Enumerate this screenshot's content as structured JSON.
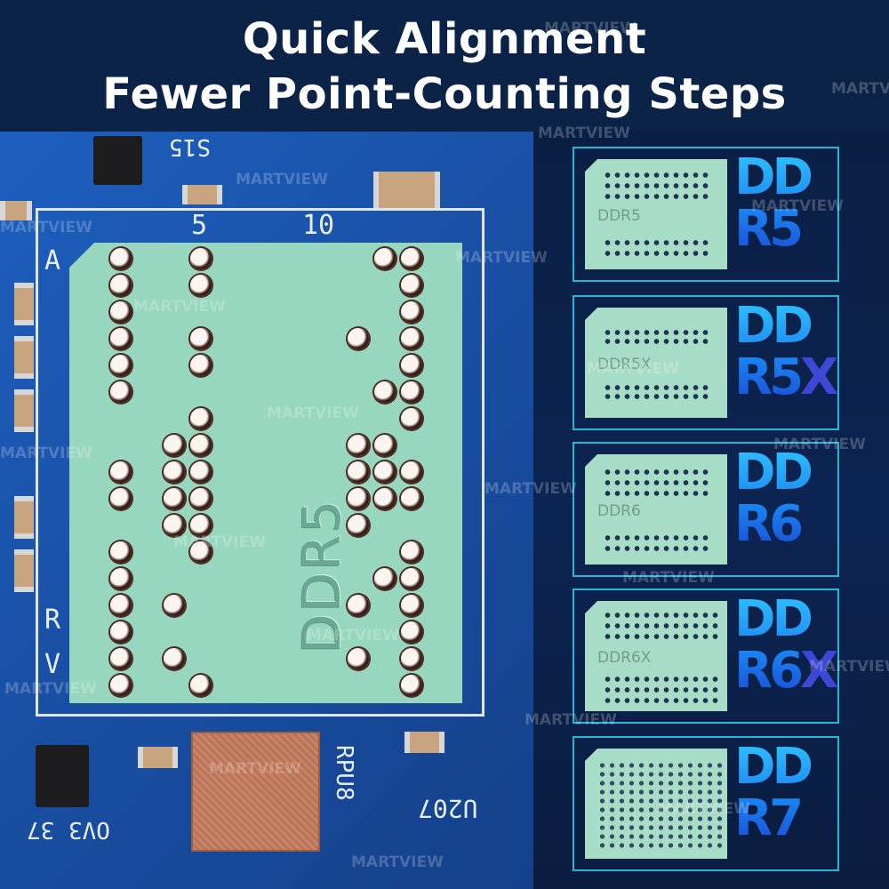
{
  "header": {
    "line1": "Quick Alignment",
    "line2": "Fewer Point-Counting Steps"
  },
  "board": {
    "silk_s15": "S15",
    "silk_5": "5",
    "silk_10": "10",
    "silk_a": "A",
    "silk_r": "R",
    "silk_v": "V",
    "silk_rpu8": "RPU8",
    "silk_u207": "U207",
    "silk_ov3": "OV3 37",
    "chip_label": "DDR5"
  },
  "cards": [
    {
      "thumb_label": "DDR5",
      "line1": "DD",
      "line2": "R5",
      "suffix": ""
    },
    {
      "thumb_label": "DDR5X",
      "line1": "DD",
      "line2": "R5",
      "suffix": "X"
    },
    {
      "thumb_label": "DDR6",
      "line1": "DD",
      "line2": "R6",
      "suffix": ""
    },
    {
      "thumb_label": "DDR6X",
      "line1": "DD",
      "line2": "R6",
      "suffix": "X"
    },
    {
      "thumb_label": "",
      "line1": "DD",
      "line2": "R7",
      "suffix": ""
    }
  ],
  "watermark": "MARTVIEW",
  "colors": {
    "accent": "#27b5d8",
    "chip": "#97d7bf",
    "header_bg": "#0c2348"
  }
}
